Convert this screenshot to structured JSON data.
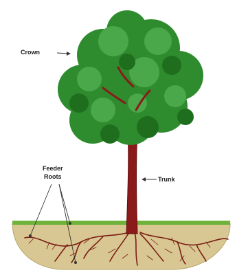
{
  "labels": {
    "crown": "Crown",
    "trunk": "Trunk",
    "feeder_roots_line1": "Feeder",
    "feeder_roots_line2": "Roots"
  },
  "colors": {
    "foliage_dark": "#1e6e1e",
    "foliage_mid": "#2e8b2e",
    "foliage_light": "#4aa84a",
    "trunk": "#8b1a1a",
    "roots": "#7a1e14",
    "soil": "#d8c792",
    "grass": "#6fb33a",
    "leader_lines": "#333333"
  },
  "icons": {
    "tree": "deciduous-tree-icon"
  }
}
